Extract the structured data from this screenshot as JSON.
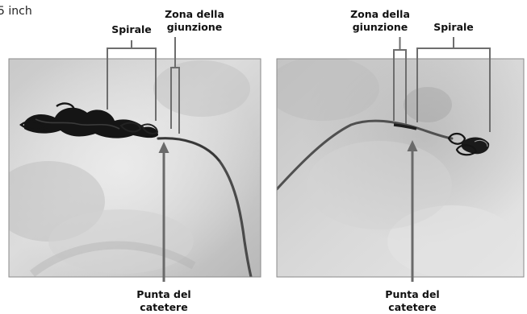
{
  "figure": {
    "size_label": "5 inch",
    "panels": [
      {
        "labels": {
          "coil": "Spirale",
          "junction_line1": "Zona della",
          "junction_line2": "giunzione",
          "tip_line1": "Punta del",
          "tip_line2": "catetere"
        }
      },
      {
        "labels": {
          "junction_line1": "Zona della",
          "junction_line2": "giunzione",
          "coil": "Spirale",
          "tip_line1": "Punta del",
          "tip_line2": "catetere"
        }
      }
    ],
    "colors": {
      "annotation_line": "#6e6e6e",
      "arrow": "#6a6a6a",
      "coil": "#151515",
      "catheter": "#4a4a4a",
      "panel_border": "#8a8a8a"
    }
  }
}
